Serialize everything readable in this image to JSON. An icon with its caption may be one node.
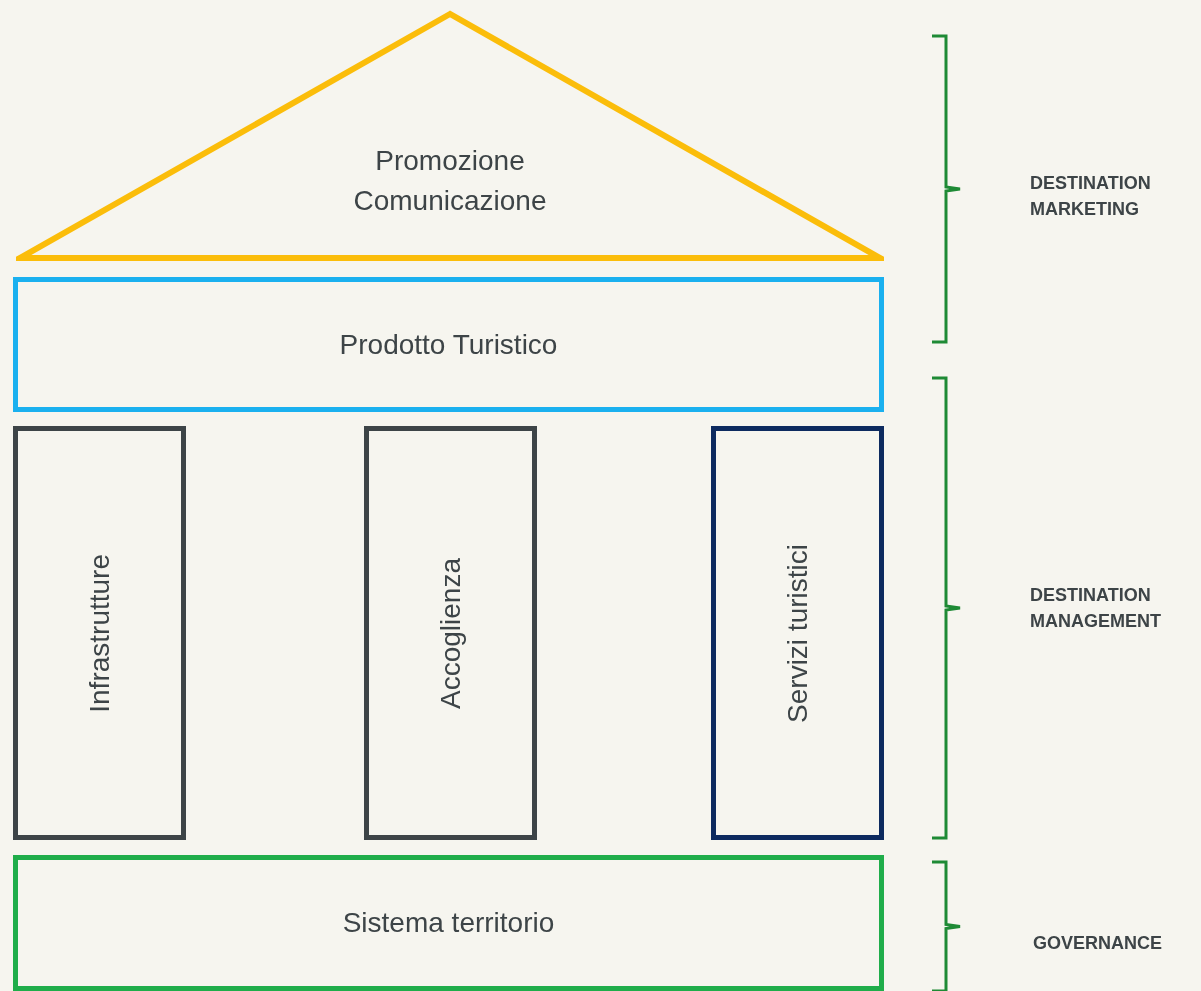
{
  "diagram": {
    "nodes": [
      {
        "text": [
          "Promozione Comunicazione"
        ]
      },
      {
        "text": [
          "Prodotto Turistico"
        ]
      },
      {
        "text": [
          "Infrastrutture"
        ]
      },
      {
        "text": [
          "Accoglienza"
        ]
      },
      {
        "text": [
          "Servizi turistici"
        ]
      },
      {
        "text": [
          "Sistema territorio"
        ]
      }
    ],
    "labels": [
      "DESTINATION MARKETING",
      "DESTINATION MANAGEMENT",
      "GOVERNANCE"
    ]
  }
}
